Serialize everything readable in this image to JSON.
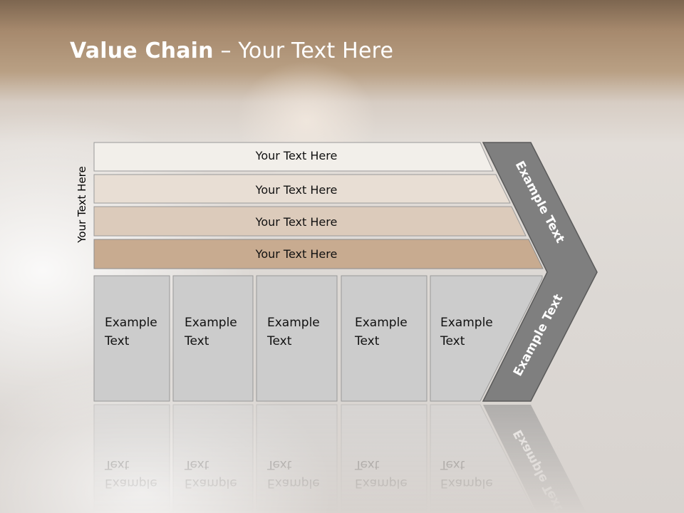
{
  "title": {
    "bold": "Value Chain",
    "rest": " – Your Text Here"
  },
  "side_label": "Your Text Here",
  "bands": [
    {
      "text": "Your Text Here",
      "color": "#f2efea"
    },
    {
      "text": "Your Text Here",
      "color": "#e8ded4"
    },
    {
      "text": "Your Text Here",
      "color": "#dccbbb"
    },
    {
      "text": "Your Text Here",
      "color": "#c8ab90"
    }
  ],
  "boxes": [
    {
      "line1": "Example",
      "line2": "Text"
    },
    {
      "line1": "Example",
      "line2": "Text"
    },
    {
      "line1": "Example",
      "line2": "Text"
    },
    {
      "line1": "Example",
      "line2": "Text"
    },
    {
      "line1": "Example",
      "line2": "Text"
    }
  ],
  "chevron": {
    "upper_text": "Example Text",
    "lower_text": "Example Text",
    "color": "#7f7f7f"
  }
}
